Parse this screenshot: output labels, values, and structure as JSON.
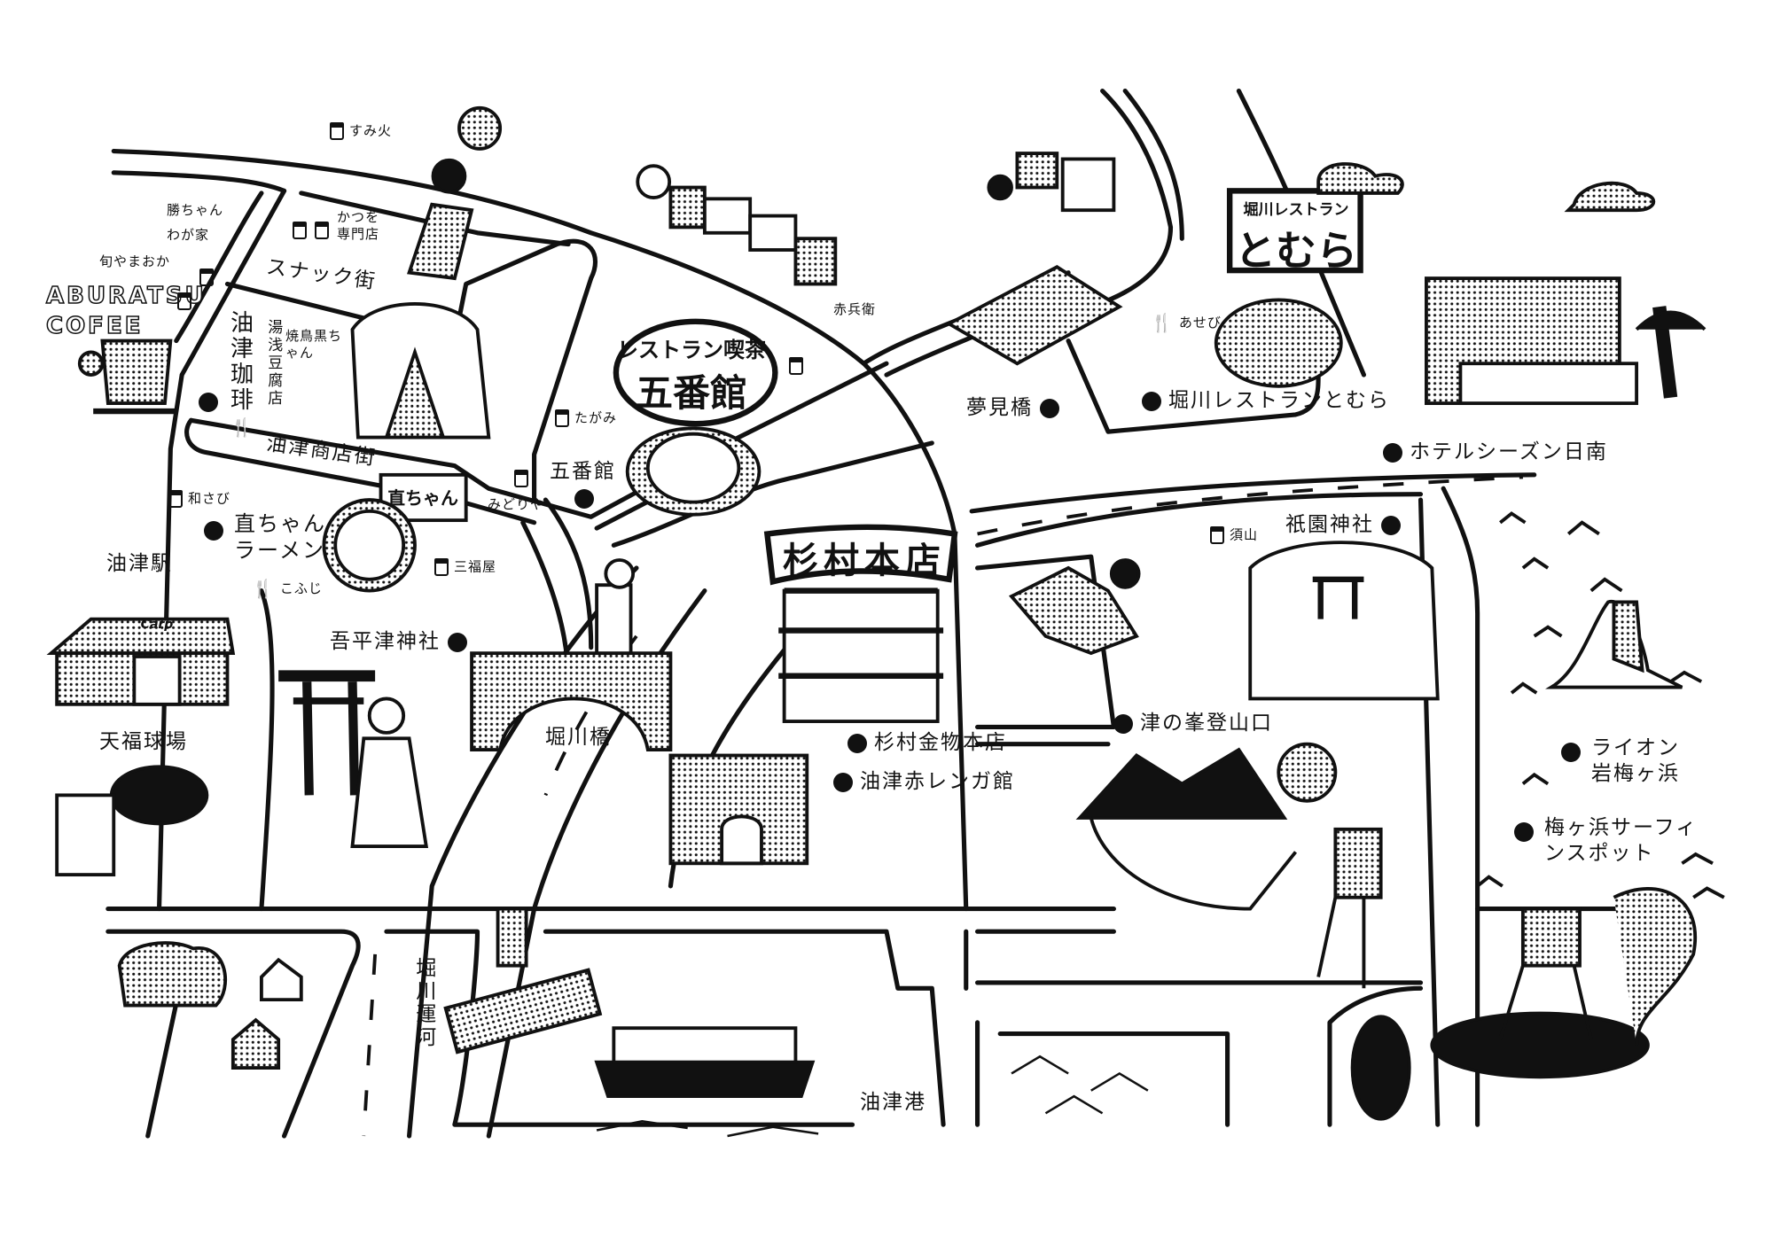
{
  "map": {
    "colors": {
      "ink": "#111111",
      "paper": "#ffffff"
    },
    "signs": {
      "gobankan_top": "レストラン喫茶",
      "gobankan_main": "五番館",
      "sugimura": "杉村本店",
      "tomura_top": "堀川レストラン",
      "tomura_main": "とむら",
      "naochan": "直ちゃん",
      "carp": "Carp",
      "coffee_logo": "ABURATSU COFEE"
    },
    "streets": {
      "snack": "スナック街",
      "shotengai": "油津商店街",
      "canal": "堀川運河"
    },
    "spots": [
      {
        "name": "油津珈琲",
        "icon": "fork-icon"
      },
      {
        "name": "直ちゃんラーメン"
      },
      {
        "name": "吾平津神社"
      },
      {
        "name": "五番館"
      },
      {
        "name": "杉村金物本店"
      },
      {
        "name": "油津赤レンガ館"
      },
      {
        "name": "夢見橋"
      },
      {
        "name": "堀川レストランとむら"
      },
      {
        "name": "ホテルシーズン日南"
      },
      {
        "name": "祇園神社"
      },
      {
        "name": "津の峯登山口"
      },
      {
        "name": "ライオン岩梅ヶ浜"
      },
      {
        "name": "梅ヶ浜サーフィンスポット"
      }
    ],
    "places": {
      "station": "油津駅",
      "stadium": "天福球場",
      "bridge": "堀川橋",
      "port": "油津港",
      "tofu": "湯浅豆腐店"
    },
    "bars": {
      "sumibi": "すみ火",
      "katsuchan": "勝ちゃん",
      "wagaya": "わが家",
      "shunyamaoka": "旬やまおか",
      "katsuwo": "かつを専門店",
      "yakitori": "焼鳥黒ちゃん",
      "wasabi": "和さび",
      "sanpukuya": "三福屋",
      "midoriya": "みどりや",
      "tagami": "たがみ",
      "akabee": "赤兵衛",
      "suyama": "須山"
    },
    "restaurants": {
      "kofuji": "こふじ",
      "asebi": "あせび"
    }
  }
}
